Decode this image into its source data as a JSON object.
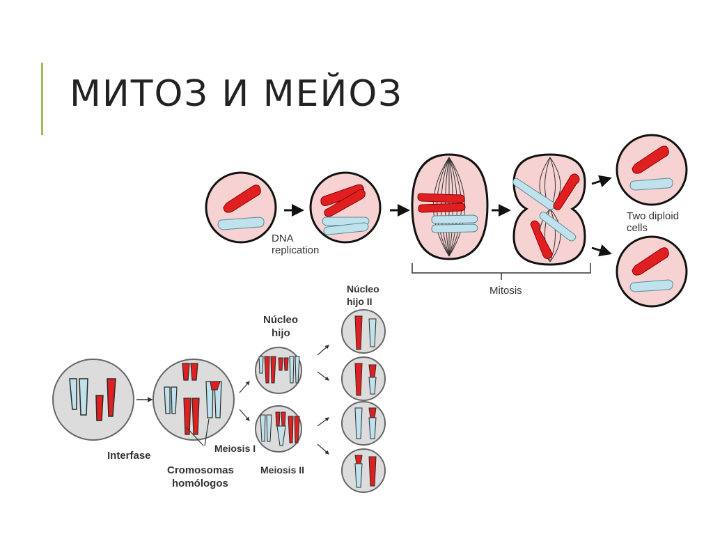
{
  "slide": {
    "title": "МИТОЗ И МЕЙОЗ"
  },
  "mitosis": {
    "label_dna_1": "DNA",
    "label_dna_2": "replication",
    "label_mitosis": "Mitosis",
    "label_result_1": "Two diploid",
    "label_result_2": "cells"
  },
  "meiosis": {
    "label_interfase": "Interfase",
    "label_cromo_1": "Cromosomas",
    "label_cromo_2": "homólogos",
    "label_meiosis_1": "Meiosis I",
    "label_meiosis_2": "Meiosis II",
    "label_nucleo_hijo_1": "Núcleo",
    "label_nucleo_hijo_2": "hijo",
    "label_nucleo_hijo_ii_1": "Núcleo",
    "label_nucleo_hijo_ii_2": "hijo II"
  },
  "colors": {
    "accent": "#9bbb59",
    "red_chromosome": "#e02020",
    "blue_chromosome": "#bfe2ec",
    "cell_fill": "#f7d2d2",
    "gray_cell": "#dcdcdc"
  }
}
